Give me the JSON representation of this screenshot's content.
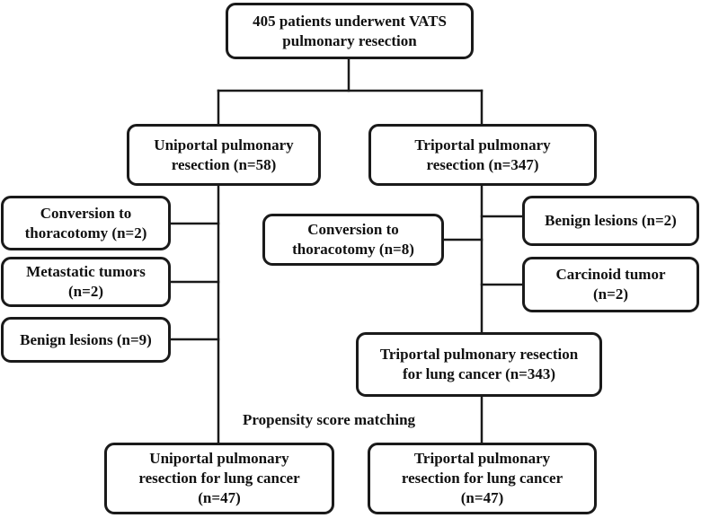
{
  "diagram": {
    "nodes": {
      "root": "405 patients underwent VATS\npulmonary resection",
      "uniportal": "Uniportal pulmonary\nresection (n=58)",
      "triportal": "Triportal pulmonary\nresection (n=347)",
      "uni_conversion": "Conversion to\nthoracotomy (n=2)",
      "uni_metastatic": "Metastatic tumors\n(n=2)",
      "uni_benign": "Benign lesions (n=9)",
      "tri_conversion": "Conversion to\nthoracotomy (n=8)",
      "tri_benign": "Benign lesions (n=2)",
      "tri_carcinoid": "Carcinoid tumor\n(n=2)",
      "tri_lung_cancer": "Triportal pulmonary resection\nfor lung cancer (n=343)",
      "uni_final": "Uniportal pulmonary\nresection for lung cancer\n(n=47)",
      "tri_final": "Triportal pulmonary\nresection  for lung cancer\n(n=47)"
    },
    "matching_label": "Propensity score matching",
    "colors": {
      "stroke": "#1a1a1a",
      "text": "#111111",
      "background": "#ffffff"
    }
  }
}
